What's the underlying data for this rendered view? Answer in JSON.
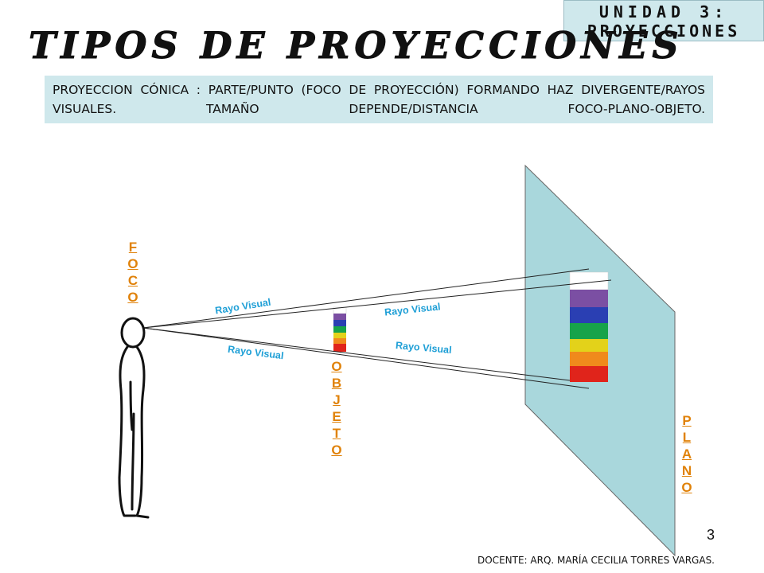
{
  "header": {
    "unit_line1": "UNIDAD 3:",
    "unit_line2": "PROYECCIONES",
    "main_title": "TIPOS DE PROYECCIONES"
  },
  "description": "PROYECCION CÓNICA : PARTE/PUNTO (FOCO DE PROYECCIÓN) FORMANDO HAZ DIVERGENTE/RAYOS VISUALES. TAMAÑO DEPENDE/DISTANCIA FOCO-PLANO-OBJETO.",
  "labels": {
    "foco": "FOCO",
    "objeto": "OBJETO",
    "plano": "PLANO"
  },
  "rays": [
    "Rayo Visual",
    "Rayo Visual",
    "Rayo Visual",
    "Rayo Visual"
  ],
  "candle_colors": [
    "#7b4fa3",
    "#2a3fb3",
    "#17a34a",
    "#e3d21a",
    "#f08a1c",
    "#e0241b"
  ],
  "plane_color": "#a9d7dc",
  "page_number": "3",
  "footer": "DOCENTE: ARQ. MARÍA CECILIA TORRES VARGAS."
}
